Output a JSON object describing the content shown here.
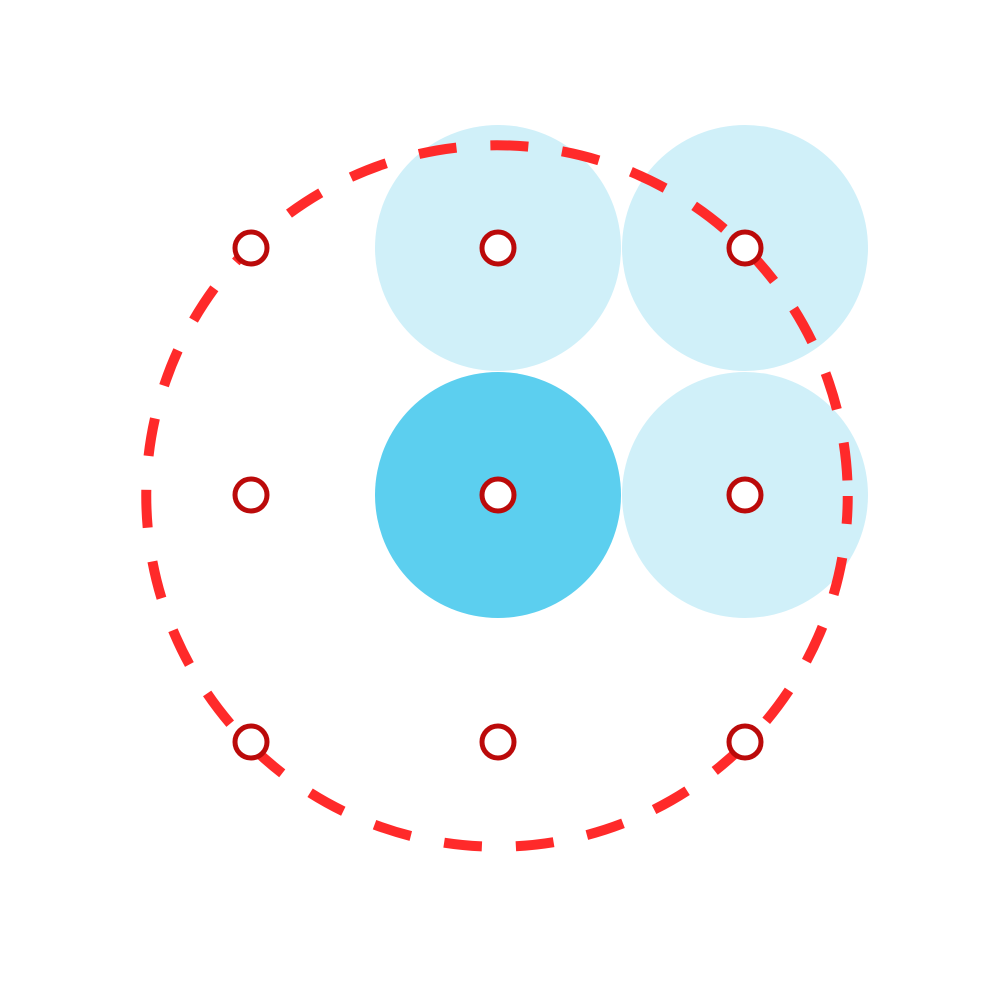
{
  "diagram": {
    "grid": {
      "rows": 3,
      "cols": 3,
      "points": [
        {
          "row": 0,
          "col": 0,
          "region": "none"
        },
        {
          "row": 0,
          "col": 1,
          "region": "neighbor"
        },
        {
          "row": 0,
          "col": 2,
          "region": "neighbor"
        },
        {
          "row": 1,
          "col": 0,
          "region": "none"
        },
        {
          "row": 1,
          "col": 1,
          "region": "center"
        },
        {
          "row": 1,
          "col": 2,
          "region": "neighbor"
        },
        {
          "row": 2,
          "col": 0,
          "region": "none"
        },
        {
          "row": 2,
          "col": 1,
          "region": "none"
        },
        {
          "row": 2,
          "col": 2,
          "region": "none"
        }
      ]
    },
    "boundary_circle": {
      "center": {
        "row": 1,
        "col": 1
      },
      "radius_in_grid_units": 1.42,
      "style": "dashed"
    },
    "colors": {
      "center_fill": "#5ccfef",
      "neighbor_fill": "#d0f0f9",
      "point_stroke": "#bb0a0a",
      "point_fill": "#ffffff",
      "boundary_stroke": "#ff2a2a",
      "background": "#ffffff"
    }
  }
}
